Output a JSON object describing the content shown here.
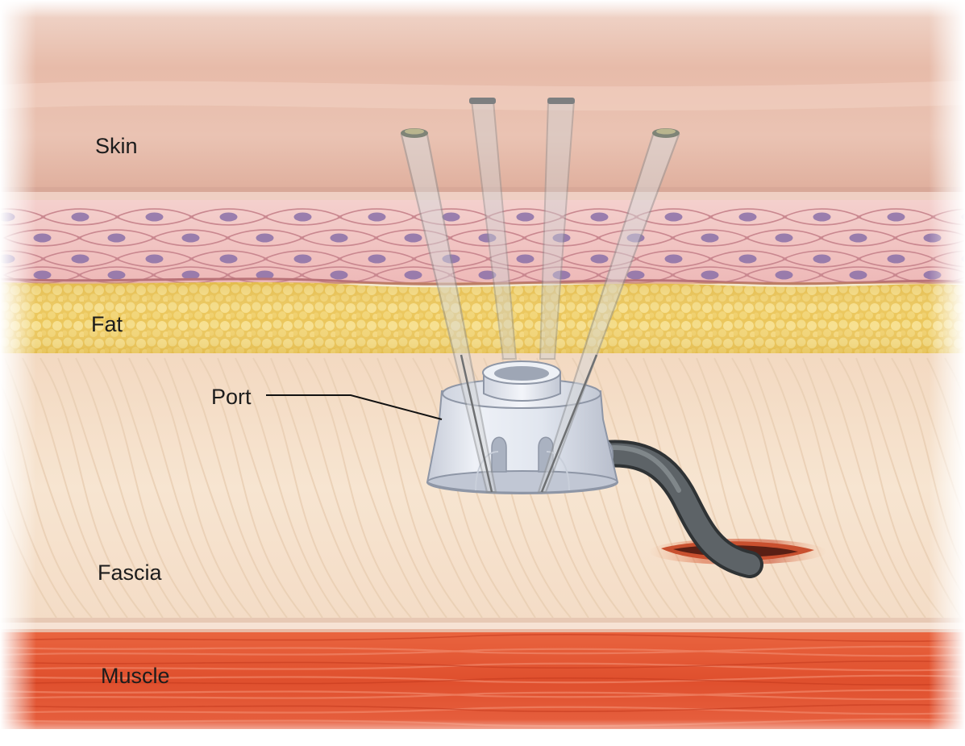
{
  "diagram": {
    "layers": [
      {
        "id": "skin",
        "label": "Skin"
      },
      {
        "id": "fat",
        "label": "Fat"
      },
      {
        "id": "fascia",
        "label": "Fascia"
      },
      {
        "id": "muscle",
        "label": "Muscle"
      }
    ],
    "callouts": [
      {
        "id": "port",
        "label": "Port"
      }
    ],
    "colors": {
      "skin": "#e8bfae",
      "dermis_cells": "#f1c3c2",
      "cell_nucleus": "#8a70a8",
      "fat": "#e9c75a",
      "fascia": "#f6e2cc",
      "muscle": "#e1512f",
      "port": "#e3e8f1",
      "catheter": "#505558",
      "needle": "#a7a9ab"
    }
  }
}
